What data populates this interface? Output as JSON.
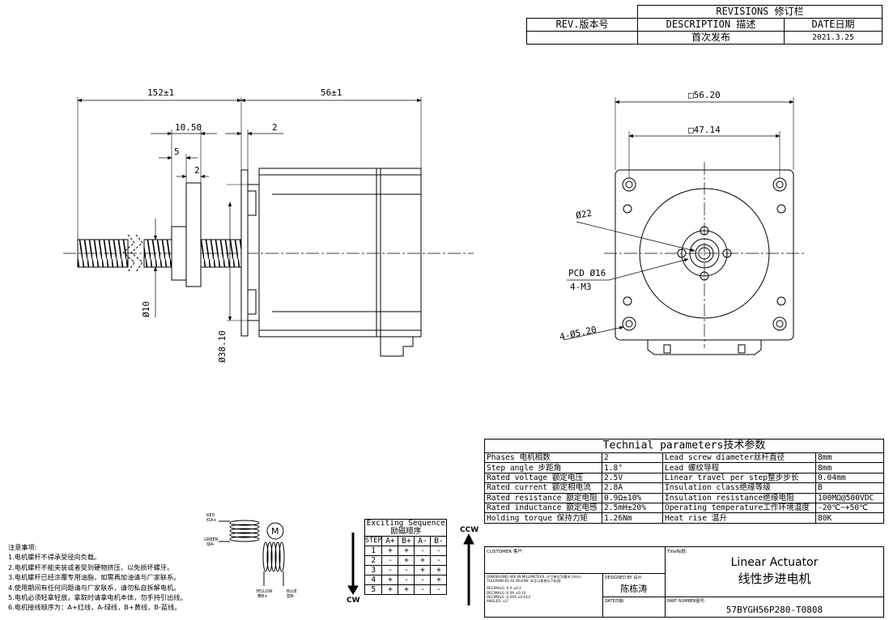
{
  "revisions": {
    "title": "REVISIONS 修订栏",
    "headers": [
      "REV.版本号",
      "DESCRIPTION 描述",
      "DATE日期"
    ],
    "row": [
      "",
      "首次发布",
      "2021.3.25"
    ]
  },
  "side_view": {
    "dims": [
      "152±1",
      "56±1",
      "10.50",
      "5",
      "2",
      "2",
      "Ø10",
      "Ø38.10"
    ]
  },
  "front_view": {
    "dims": [
      "□56.20",
      "□47.14",
      "Ø22",
      "PCD Ø16",
      "4-M3",
      "4-Ø5.20"
    ]
  },
  "params": {
    "title": "Technial parameters技术参数",
    "rows": [
      [
        "Phases 电机相数",
        "2",
        "Lead screw diameter丝杆直径",
        "8mm"
      ],
      [
        "Step angle 步距角",
        "1.8°",
        "Lead 螺纹导程",
        "8mm"
      ],
      [
        "Rated voltage 额定电压",
        "2.5V",
        "Linear travel per step整步步长",
        "0.04mm"
      ],
      [
        "Rated current 额定相电流",
        "2.8A",
        "Insulation class绝缘等级",
        "B"
      ],
      [
        "Rated resistance 额定电阻",
        "0.9Ω±10%",
        "Insulation resistance绝缘电阻",
        "100MΩ@500VDC"
      ],
      [
        "Rated inductance 额定电感",
        "2.5mH±20%",
        "Operating temperature工作环境温度",
        "-20℃~+50℃"
      ],
      [
        "Holding torque 保持力矩",
        "1.26Nm",
        "Heat rise 温升",
        "80K"
      ]
    ]
  },
  "title_block": {
    "customer_label": "CUSTOMER 客户:",
    "title_label": "Title标题:",
    "title_en": "Linear Actuator",
    "title_cn": "线性步进电机",
    "dim_note": "DIMENSIONS ARE IN MILLIMETERS. 尺寸单位为毫米 (mm). TOLERANCES AS BELOW: 未注公差按以下标准:",
    "tolerance_lines": [
      "DECIMALS: X.X ±0.2",
      "DECIMALS: X.XX ±0.10",
      "DECIMALS: X.XXX ±0.013",
      "ANGLES: ±2°"
    ],
    "designed_label": "DESIGNED BY 设计:",
    "designer": "陈栋涛",
    "date_label": "DATE日期:",
    "part_label": "PART NUMBER图号:",
    "part_number": "57BYGH56P280-T0808"
  },
  "sequence": {
    "title1": "Exciting Sequence",
    "title2": "励磁顺序",
    "headers": [
      "STEP",
      "A+",
      "B+",
      "A-",
      "B-"
    ],
    "rows": [
      [
        "1",
        "+",
        "+",
        "-",
        "-"
      ],
      [
        "2",
        "-",
        "+",
        "+",
        "-"
      ],
      [
        "3",
        "-",
        "-",
        "+",
        "+"
      ],
      [
        "4",
        "+",
        "-",
        "-",
        "+"
      ],
      [
        "5",
        "+",
        "+",
        "-",
        "-"
      ]
    ],
    "ccw": "CCW",
    "cw": "CW"
  },
  "wiring": {
    "red": "RED",
    "red_cn": "红A+",
    "green": "GREEN",
    "green_cn": "绿A-",
    "yellow": "YELLOW",
    "yellow_cn": "黄B+",
    "blue": "BLUE",
    "blue_cn": "蓝B-",
    "motor_symbol": "M"
  },
  "notes": {
    "title": "注意事项:",
    "items": [
      "1.电机螺杆不得承受径向负载。",
      "2.电机螺杆不能夹装或者受到硬物挤压，以免损坏螺牙。",
      "3.电机螺杆已经涂覆专用油脂，如需再加油请与厂家联系。",
      "4.使用期间有任何问题请与厂家联系，请勿私自拆解电机。",
      "5.电机必须轻拿轻放，拿取时请拿电机本体，勿手持引出线。",
      "6.电机接线顺序为：A+红线，A-绿线，B+黄线，B-蓝线。"
    ]
  }
}
